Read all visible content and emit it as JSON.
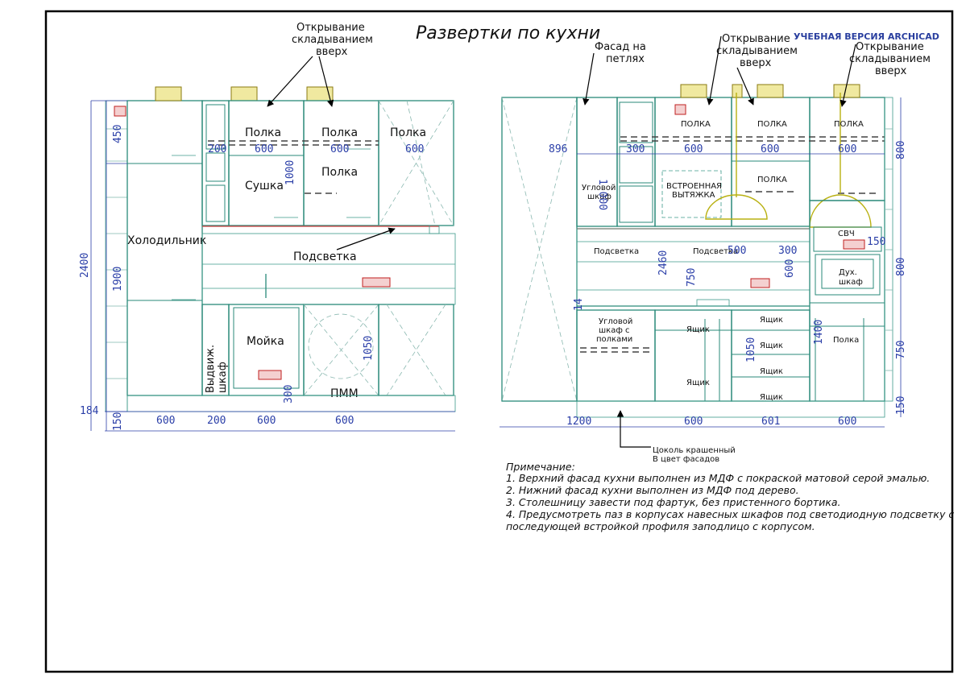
{
  "title": "Развертки по кухни",
  "watermark": "УЧЕБНАЯ ВЕРСИЯ ARCHICAD",
  "callouts": {
    "open_fold_line1": "Открывание",
    "open_fold_line2": "складыванием",
    "open_fold_line3": "вверх",
    "hinged_line1": "Фасад на",
    "hinged_line2": "петлях",
    "plinth_line1": "Цоколь крашенный",
    "plinth_line2": "В цвет фасадов"
  },
  "left_view": {
    "labels": {
      "shelf": "Полка",
      "dryer": "Сушка",
      "fridge": "Холодильник",
      "lighting": "Подсветка",
      "sink": "Мойка",
      "pullout_1": "Выдвиж.",
      "pullout_2": "шкаф",
      "dishwasher": "ПММ"
    },
    "dims": {
      "h_total": "2400",
      "h_upper": "450",
      "h_fridge": "1900",
      "h_mid": "1000",
      "h_1050": "1050",
      "h_300": "300",
      "h_150": "150",
      "h_184": "184",
      "w_200": "200",
      "w_600": "600"
    }
  },
  "right_view": {
    "labels": {
      "shelf": "ПОЛКА",
      "hood_1": "ВСТРОЕННАЯ",
      "hood_2": "ВЫТЯЖКА",
      "corner_1": "Угловой",
      "corner_2": "шкаф",
      "lighting": "Подсветка",
      "microwave": "СВЧ",
      "oven_1": "Дух.",
      "oven_2": "шкаф",
      "corner_shelves_1": "Угловой",
      "corner_shelves_2": "шкаф с",
      "corner_shelves_3": "полками",
      "drawer": "Ящик",
      "shelf_low": "Полка"
    },
    "dims": {
      "w_896": "896",
      "w_300": "300",
      "w_600": "600",
      "w_601": "601",
      "w_1200": "1200",
      "w_500": "500",
      "h_1000": "1 000",
      "h_2460": "2460",
      "h_750": "750",
      "h_600": "600",
      "h_800": "800",
      "h_150": "150",
      "h_1050": "1050",
      "h_1400": "1400",
      "h_14": "14"
    }
  },
  "notes": {
    "heading": "Примечание:",
    "items": [
      "1. Верхний фасад кухни выполнен из МДФ с покраской матовой серой эмалью.",
      "2. Нижний фасад кухни выполнен из МДФ под дерево.",
      "3. Столешницу завести под фартук, без пристенного бортика.",
      "4. Предусмотреть паз в корпусах навесных шкафов под светодиодную подсветку с",
      "последующей встройкой профиля заподлицо с корпусом."
    ]
  }
}
